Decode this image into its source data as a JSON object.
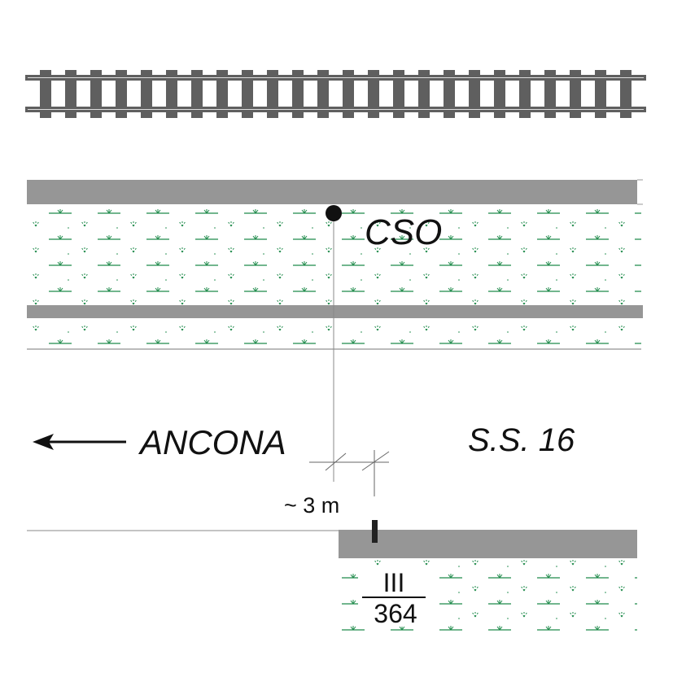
{
  "labels": {
    "cso": "CSO",
    "direction": "ANCONA",
    "road": "S.S. 16",
    "distance": "~ 3 m",
    "marker_top": "III",
    "marker_bottom": "364"
  },
  "colors": {
    "rail": "#5f5f5f",
    "band": "#969696",
    "grass": "#1e8a4a",
    "line": "#777777"
  }
}
